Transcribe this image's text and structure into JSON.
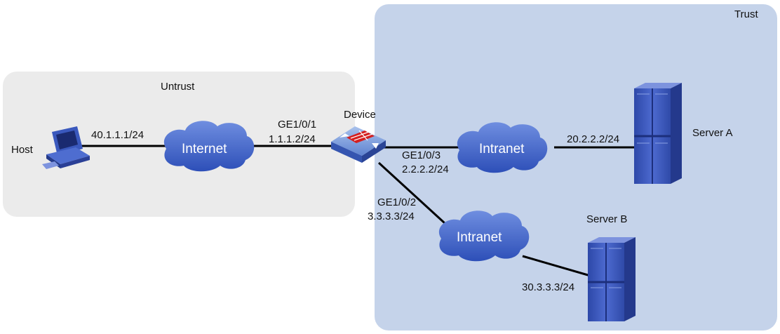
{
  "zones": {
    "untrust": {
      "label": "Untrust",
      "color": "#ebebeb"
    },
    "trust": {
      "label": "Trust",
      "color": "#c5d3ea"
    }
  },
  "nodes": {
    "host": {
      "label": "Host",
      "icon": "computer-icon"
    },
    "device": {
      "label": "Device",
      "icon": "firewall-icon"
    },
    "server_a": {
      "label": "Server A",
      "icon": "server-rack-icon"
    },
    "server_b": {
      "label": "Server B",
      "icon": "server-rack-icon"
    }
  },
  "clouds": {
    "internet": {
      "label": "Internet"
    },
    "intranet_a": {
      "label": "Intranet"
    },
    "intranet_b": {
      "label": "Intranet"
    }
  },
  "interfaces": {
    "host_ip": "40.1.1.1/24",
    "ge101_name": "GE1/0/1",
    "ge101_ip": "1.1.1.2/24",
    "ge103_name": "GE1/0/3",
    "ge103_ip": "2.2.2.2/24",
    "ge102_name": "GE1/0/2",
    "ge102_ip": "3.3.3.3/24",
    "server_a_ip": "20.2.2.2/24",
    "server_b_ip": "30.3.3.3/24"
  },
  "colors": {
    "cloud": "#4466cc",
    "server": "#3c56b6",
    "link": "#000000",
    "firewall_brick": "#d42020"
  }
}
